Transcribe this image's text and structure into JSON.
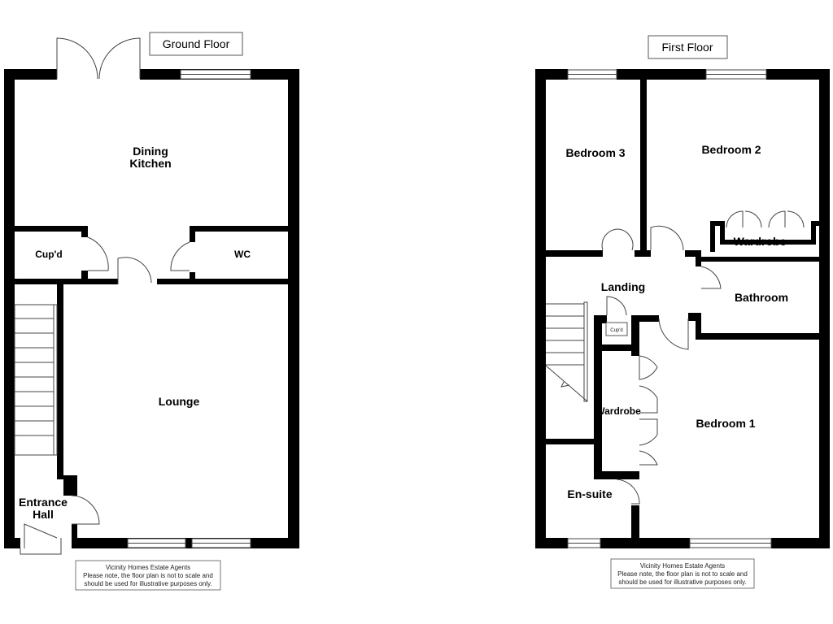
{
  "ground_floor": {
    "title": "Ground Floor",
    "rooms": {
      "dining_kitchen_line1": "Dining",
      "dining_kitchen_line2": "Kitchen",
      "cupboard": "Cup'd",
      "wc": "WC",
      "lounge": "Lounge",
      "entrance_hall_line1": "Entrance",
      "entrance_hall_line2": "Hall"
    },
    "disclaimer": {
      "line1": "Vicinity Homes Estate Agents",
      "line2": "Please note, the floor plan is not to scale and",
      "line3": "should be used for illustrative purposes only."
    }
  },
  "first_floor": {
    "title": "First Floor",
    "rooms": {
      "bedroom3": "Bedroom 3",
      "bedroom2": "Bedroom 2",
      "wardrobe2": "Wardrobe",
      "landing": "Landing",
      "cupboard": "Cup'd",
      "bathroom": "Bathroom",
      "wardrobe1": "Wardrobe",
      "bedroom1": "Bedroom 1",
      "ensuite": "En-suite"
    },
    "disclaimer": {
      "line1": "Vicinity Homes Estate Agents",
      "line2": "Please note, the floor plan is not to scale and",
      "line3": "should be used for illustrative purposes only."
    }
  }
}
